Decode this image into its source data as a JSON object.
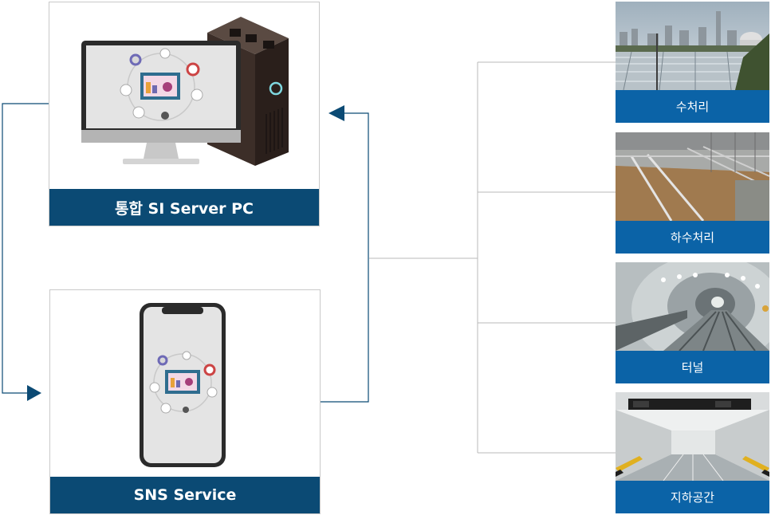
{
  "colors": {
    "accent": "#0b4a74",
    "line": "#b8b8b8"
  },
  "nodes": {
    "server": {
      "label": "통합 SI Server PC",
      "icon": "monitor-and-tower-icon"
    },
    "sns": {
      "label": "SNS Service",
      "icon": "smartphone-icon"
    }
  },
  "sites": [
    {
      "label": "수처리",
      "icon": "water-treatment-photo"
    },
    {
      "label": "하수처리",
      "icon": "sewage-treatment-photo"
    },
    {
      "label": "터널",
      "icon": "tunnel-photo"
    },
    {
      "label": "지하공간",
      "icon": "underground-space-photo"
    }
  ]
}
